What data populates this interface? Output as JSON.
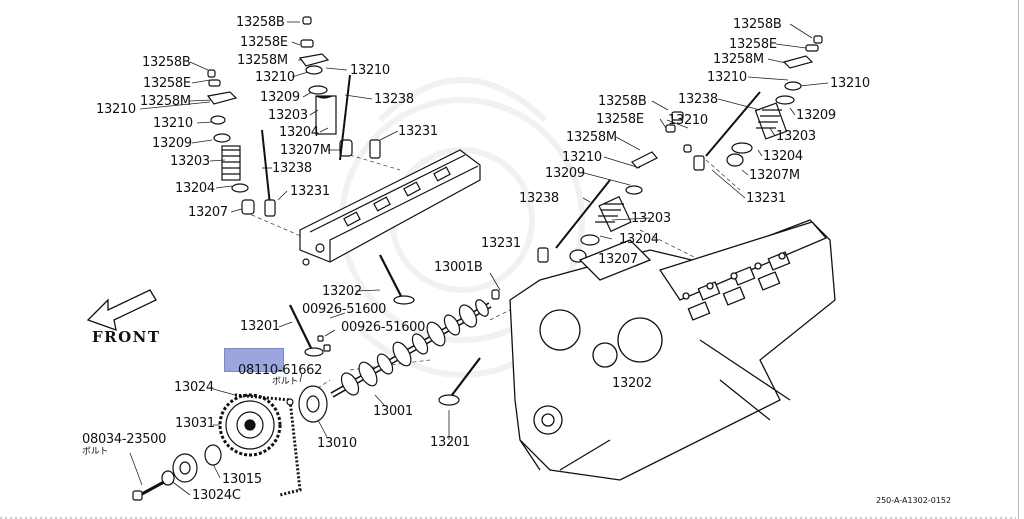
{
  "diagram": {
    "front_label": "FRONT",
    "ref_code": "250-A-A1302-0152",
    "highlight_color": "#9aa6dd",
    "labels": {
      "l01": "13258B",
      "l02": "13258E",
      "l03": "13258M",
      "l04": "13210",
      "l05": "13210",
      "l06": "13209",
      "l07": "13238",
      "l08": "13203",
      "l09": "13204",
      "l10": "13231",
      "l11": "13207M",
      "l12": "13258B",
      "l13": "13258E",
      "l14": "13210",
      "l15": "13258M",
      "l16": "13210",
      "l17": "13209",
      "l18": "13203",
      "l19": "13238",
      "l20": "13204",
      "l21": "13231",
      "l22": "13207",
      "l23": "13258B",
      "l24": "13258E",
      "l25": "13258M",
      "l26": "13210",
      "l27": "13210",
      "l28": "13209",
      "l29": "13203",
      "l30": "13204",
      "l31": "13207M",
      "l32": "13231",
      "l33": "13258B",
      "l34": "13258E",
      "l35": "13258M",
      "l36": "13210",
      "l37": "13210",
      "l38": "13209",
      "l39": "13238",
      "l40": "13203",
      "l41": "13238",
      "l42": "13204",
      "l43": "13231",
      "l44": "13207",
      "l45": "13001B",
      "l46": "13202",
      "l47": "00926-51600",
      "l48": "00926-51600",
      "l49": "13201",
      "l50": "08110-61662",
      "l51": "ボルト",
      "l52": "13024",
      "l53": "13031",
      "l54": "08034-23500",
      "l55": "ボルト",
      "l56": "13015",
      "l57": "13024C",
      "l58": "13010",
      "l59": "13001",
      "l60": "13201",
      "l61": "13202"
    }
  }
}
